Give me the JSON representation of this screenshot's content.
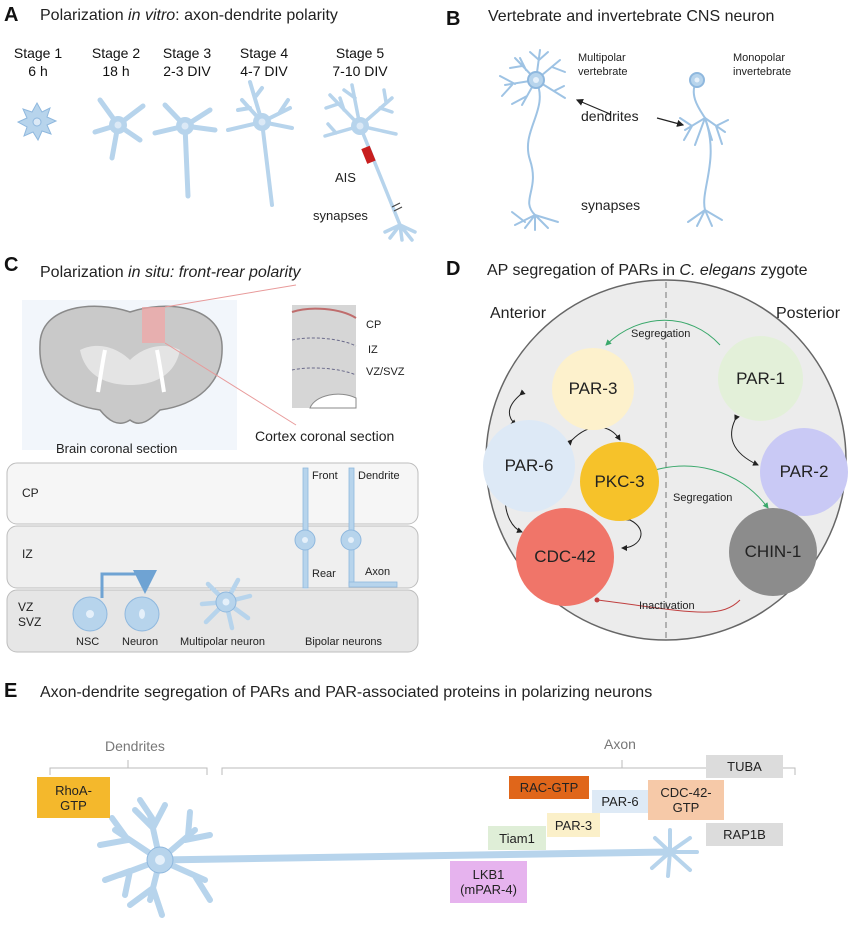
{
  "panels": {
    "a": {
      "letter": "A",
      "title_pre": "Polarization ",
      "title_em": "in vitro",
      "title_post": ": axon-dendrite polarity",
      "stages": [
        {
          "name": "Stage 1",
          "time": "6 h"
        },
        {
          "name": "Stage 2",
          "time": "18 h"
        },
        {
          "name": "Stage 3",
          "time": "2-3 DIV"
        },
        {
          "name": "Stage 4",
          "time": "4-7 DIV"
        },
        {
          "name": "Stage 5",
          "time": "7-10 DIV"
        }
      ],
      "ais_label": "AIS",
      "synapses_label": "synapses"
    },
    "b": {
      "letter": "B",
      "title": "Vertebrate and invertebrate CNS neuron",
      "multipolar_label": "Multipolar\nvertebrate",
      "monopolar_label": "Monopolar\ninvertebrate",
      "dendrites_label": "dendrites",
      "synapses_label": "synapses"
    },
    "c": {
      "letter": "C",
      "title_pre": "Polarization ",
      "title_em": "in situ: front-rear polarity",
      "brain_label": "Brain coronal section",
      "cortex_label": "Cortex coronal section",
      "cortex_layers": [
        "CP",
        "IZ",
        "VZ/SVZ"
      ],
      "zones": [
        "CP",
        "IZ",
        "VZ\nSVZ"
      ],
      "front_label": "Front",
      "rear_label": "Rear",
      "dendrite_label": "Dendrite",
      "axon_label": "Axon",
      "nsc_label": "NSC",
      "neuron_label": "Neuron",
      "multipolar_label": "Multipolar neuron",
      "bipolar_label": "Bipolar neurons"
    },
    "d": {
      "letter": "D",
      "title_pre": "AP segregation of PARs in ",
      "title_em": "C. elegans",
      "title_post": " zygote",
      "anterior_label": "Anterior",
      "posterior_label": "Posterior",
      "segregation_top": "Segregation",
      "segregation_mid": "Segregation",
      "inactivation": "Inactivation",
      "proteins": {
        "par3": "PAR-3",
        "par6": "PAR-6",
        "pkc3": "PKC-3",
        "cdc42": "CDC-42",
        "par1": "PAR-1",
        "par2": "PAR-2",
        "chin1": "CHIN-1"
      }
    },
    "e": {
      "letter": "E",
      "title": "Axon-dendrite segregation of PARs and PAR-associated proteins in polarizing neurons",
      "dendrites_label": "Dendrites",
      "axon_label": "Axon",
      "boxes": {
        "rhoa": "RhoA-\nGTP",
        "tuba": "TUBA",
        "racgtp": "RAC-GTP",
        "cdc42gtp": "CDC-42-\nGTP",
        "par6": "PAR-6",
        "par3": "PAR-3",
        "tiam1": "Tiam1",
        "rap1b": "RAP1B",
        "lkb1": "LKB1\n(mPAR-4)"
      }
    }
  },
  "colors": {
    "neuron_blue": "#b7d4ec",
    "neuron_stroke": "#8fb8de",
    "par3": "#fdf1cc",
    "par6": "#dde9f6",
    "pkc3": "#f6c22a",
    "cdc42": "#f07569",
    "par1": "#e3f0d9",
    "par2": "#c9c9f5",
    "chin1": "#8c8c8c",
    "rhoa": "#f4b82c",
    "racgtp": "#e0661a",
    "cdc42gtp": "#f6c9a8",
    "tiam1": "#dfeed7",
    "par3box": "#fbf0c9",
    "par6box": "#deeaf6",
    "lkb1": "#e6b3ee",
    "grey_box": "#dcdcdc",
    "ais": "#c81e1e"
  }
}
